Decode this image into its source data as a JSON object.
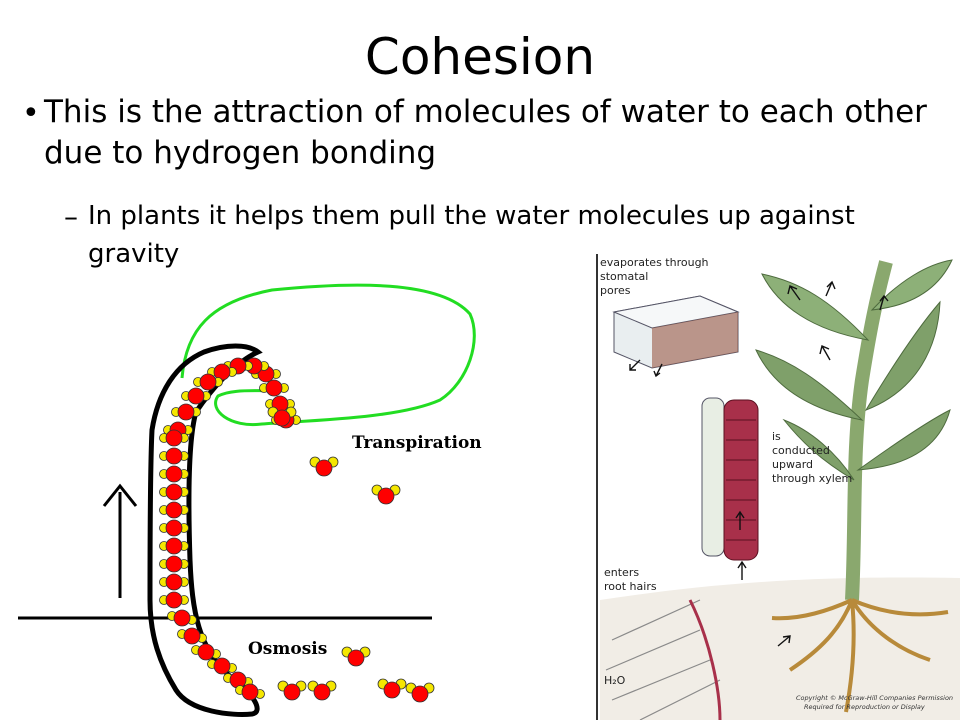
{
  "slide": {
    "title": "Cohesion",
    "bullet": "This is the attraction of molecules of water to each other due to hydrogen bonding",
    "sub_bullet": "In plants it helps them pull the water molecules up against gravity"
  },
  "left_diagram": {
    "transpiration_label": "Transpiration",
    "osmosis_label": "Osmosis"
  },
  "plant_diagram": {
    "label_evaporates": [
      "evaporates through",
      "stomatal",
      "pores"
    ],
    "label_xylem": [
      "is",
      "conducted",
      "upward",
      "through xylem"
    ],
    "label_roots": [
      "enters",
      "root hairs"
    ],
    "label_h2o": "H₂O",
    "copyright": [
      "Copyright © McGraw-Hill Companies Permission",
      "Required for Reproduction or Display"
    ]
  },
  "colors": {
    "oxygen": "#ff0000",
    "hydrogen": "#f5e600",
    "leaf_outline": "#22dd22",
    "xylem": "#a8304a",
    "leaf": "#7fa06a"
  }
}
